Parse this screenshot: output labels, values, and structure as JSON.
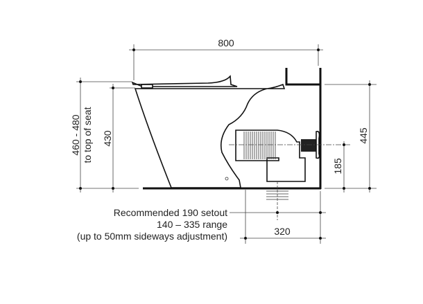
{
  "dimensions": {
    "overall_length": "800",
    "seat_height": "460 - 480",
    "seat_height_note": "to top of seat",
    "pan_height": "430",
    "wall_height": "445",
    "outlet_height": "185",
    "floor_outlet_distance": "320"
  },
  "notes": {
    "setout": "Recommended 190 setout",
    "range": "140 – 335 range",
    "adjustment": "(up to 50mm sideways adjustment)"
  },
  "colors": {
    "line": "#111111",
    "dimension": "#444444"
  }
}
